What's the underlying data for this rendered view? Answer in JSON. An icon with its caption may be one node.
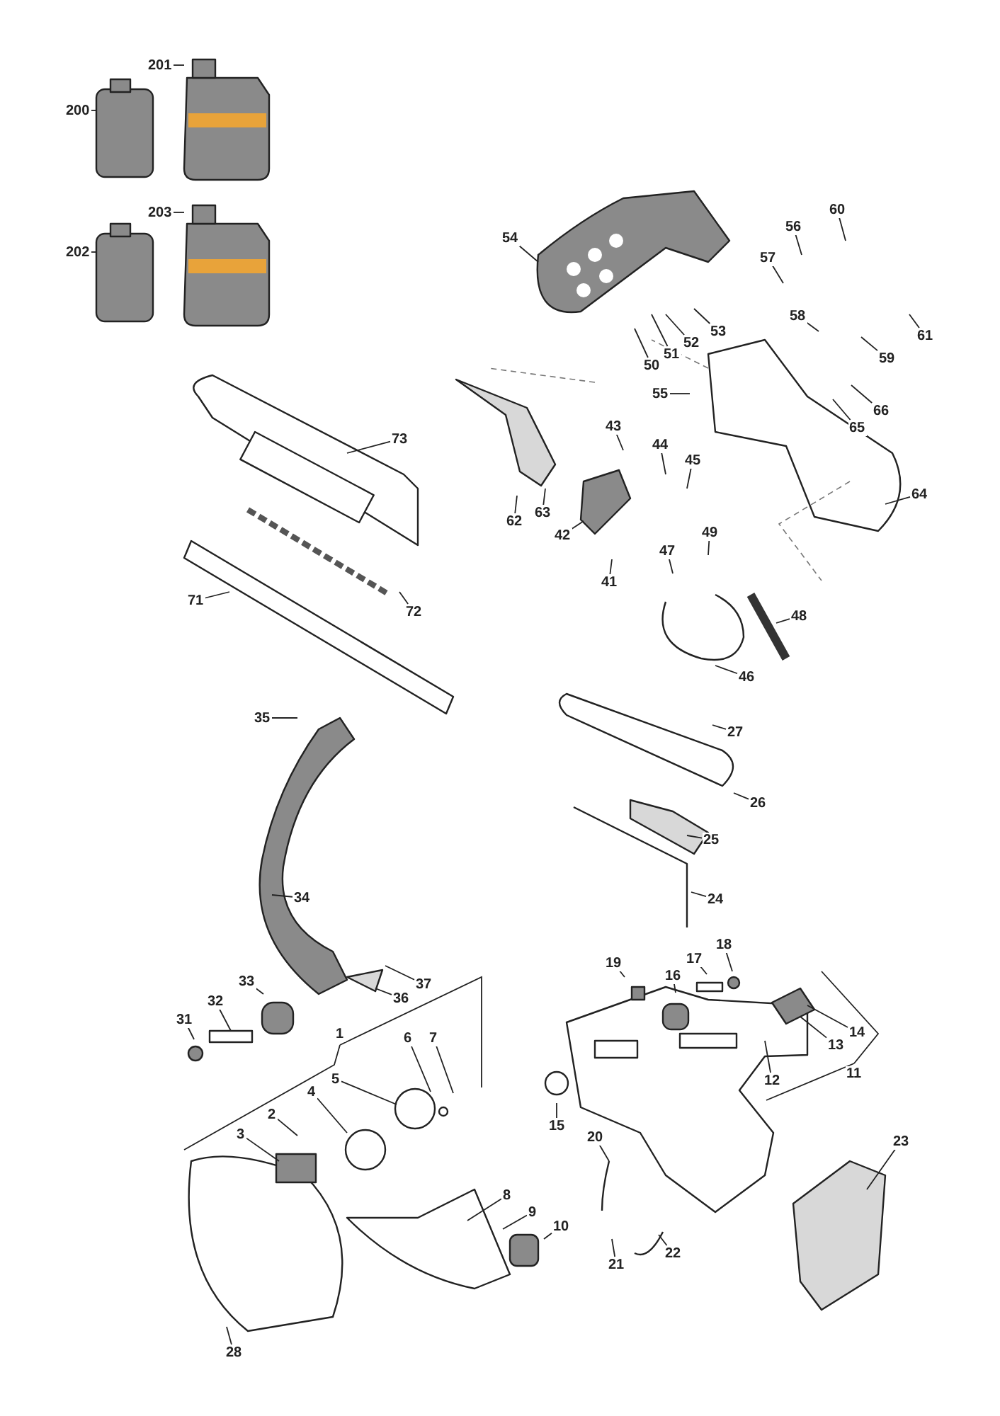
{
  "diagram": {
    "nodes": [
      {
        "text": [
          "201"
        ]
      },
      {
        "text": [
          "200"
        ]
      },
      {
        "text": [
          "203"
        ]
      },
      {
        "text": [
          "202"
        ]
      },
      {
        "text": [
          "60"
        ]
      },
      {
        "text": [
          "54"
        ]
      },
      {
        "text": [
          "56"
        ]
      },
      {
        "text": [
          "57"
        ]
      },
      {
        "text": [
          "53"
        ]
      },
      {
        "text": [
          "52"
        ]
      },
      {
        "text": [
          "51"
        ]
      },
      {
        "text": [
          "50"
        ]
      },
      {
        "text": [
          "58"
        ]
      },
      {
        "text": [
          "59"
        ]
      },
      {
        "text": [
          "61"
        ]
      },
      {
        "text": [
          "55"
        ]
      },
      {
        "text": [
          "65"
        ]
      },
      {
        "text": [
          "66"
        ]
      },
      {
        "text": [
          "43"
        ]
      },
      {
        "text": [
          "44"
        ]
      },
      {
        "text": [
          "45"
        ]
      },
      {
        "text": [
          "73"
        ]
      },
      {
        "text": [
          "63"
        ]
      },
      {
        "text": [
          "62"
        ]
      },
      {
        "text": [
          "64"
        ]
      },
      {
        "text": [
          "42"
        ]
      },
      {
        "text": [
          "49"
        ]
      },
      {
        "text": [
          "47"
        ]
      },
      {
        "text": [
          "41"
        ]
      },
      {
        "text": [
          "71"
        ]
      },
      {
        "text": [
          "72"
        ]
      },
      {
        "text": [
          "48"
        ]
      },
      {
        "text": [
          "46"
        ]
      },
      {
        "text": [
          "35"
        ]
      },
      {
        "text": [
          "27"
        ]
      },
      {
        "text": [
          "26"
        ]
      },
      {
        "text": [
          "25"
        ]
      },
      {
        "text": [
          "34"
        ]
      },
      {
        "text": [
          "24"
        ]
      },
      {
        "text": [
          "18"
        ]
      },
      {
        "text": [
          "17"
        ]
      },
      {
        "text": [
          "19"
        ]
      },
      {
        "text": [
          "16"
        ]
      },
      {
        "text": [
          "37"
        ]
      },
      {
        "text": [
          "36"
        ]
      },
      {
        "text": [
          "33"
        ]
      },
      {
        "text": [
          "32"
        ]
      },
      {
        "text": [
          "31"
        ]
      },
      {
        "text": [
          "14"
        ]
      },
      {
        "text": [
          "13"
        ]
      },
      {
        "text": [
          "1"
        ]
      },
      {
        "text": [
          "6"
        ]
      },
      {
        "text": [
          "7"
        ]
      },
      {
        "text": [
          "5"
        ]
      },
      {
        "text": [
          "4"
        ]
      },
      {
        "text": [
          "12"
        ]
      },
      {
        "text": [
          "11"
        ]
      },
      {
        "text": [
          "2"
        ]
      },
      {
        "text": [
          "3"
        ]
      },
      {
        "text": [
          "15"
        ]
      },
      {
        "text": [
          "20"
        ]
      },
      {
        "text": [
          "23"
        ]
      },
      {
        "text": [
          "8"
        ]
      },
      {
        "text": [
          "9"
        ]
      },
      {
        "text": [
          "10"
        ]
      },
      {
        "text": [
          "22"
        ]
      },
      {
        "text": [
          "21"
        ]
      },
      {
        "text": [
          "28"
        ]
      }
    ],
    "edges": [
      {
        "from": 0,
        "to": null,
        "arrow": "none"
      },
      {
        "from": 1,
        "to": null,
        "arrow": "none"
      },
      {
        "from": 2,
        "to": null,
        "arrow": "none"
      },
      {
        "from": 3,
        "to": null,
        "arrow": "none"
      },
      {
        "from": 4,
        "to": null,
        "arrow": "none"
      },
      {
        "from": 5,
        "to": null,
        "arrow": "none"
      },
      {
        "from": 6,
        "to": null,
        "arrow": "none"
      },
      {
        "from": 7,
        "to": null,
        "arrow": "none"
      },
      {
        "from": 8,
        "to": null,
        "arrow": "none"
      },
      {
        "from": 9,
        "to": null,
        "arrow": "none"
      },
      {
        "from": 10,
        "to": null,
        "arrow": "none"
      },
      {
        "from": 11,
        "to": null,
        "arrow": "none"
      },
      {
        "from": 12,
        "to": null,
        "arrow": "none"
      },
      {
        "from": 13,
        "to": null,
        "arrow": "none"
      },
      {
        "from": 14,
        "to": null,
        "arrow": "none"
      },
      {
        "from": 15,
        "to": null,
        "arrow": "none"
      },
      {
        "from": 16,
        "to": null,
        "arrow": "none"
      },
      {
        "from": 17,
        "to": null,
        "arrow": "none"
      },
      {
        "from": 18,
        "to": null,
        "arrow": "none"
      },
      {
        "from": 19,
        "to": null,
        "arrow": "none"
      },
      {
        "from": 20,
        "to": null,
        "arrow": "none"
      },
      {
        "from": 21,
        "to": null,
        "arrow": "none"
      },
      {
        "from": 22,
        "to": null,
        "arrow": "none"
      },
      {
        "from": 23,
        "to": null,
        "arrow": "none"
      },
      {
        "from": 24,
        "to": null,
        "arrow": "none"
      },
      {
        "from": 25,
        "to": null,
        "arrow": "none"
      },
      {
        "from": 26,
        "to": null,
        "arrow": "none"
      },
      {
        "from": 27,
        "to": null,
        "arrow": "none"
      },
      {
        "from": 28,
        "to": null,
        "arrow": "none"
      },
      {
        "from": 29,
        "to": null,
        "arrow": "none"
      },
      {
        "from": 30,
        "to": null,
        "arrow": "none"
      },
      {
        "from": 31,
        "to": null,
        "arrow": "none"
      },
      {
        "from": 32,
        "to": null,
        "arrow": "none"
      },
      {
        "from": 33,
        "to": null,
        "arrow": "none"
      },
      {
        "from": 34,
        "to": null,
        "arrow": "none"
      },
      {
        "from": 35,
        "to": null,
        "arrow": "none"
      },
      {
        "from": 36,
        "to": null,
        "arrow": "none"
      },
      {
        "from": 37,
        "to": null,
        "arrow": "none"
      },
      {
        "from": 38,
        "to": null,
        "arrow": "none"
      },
      {
        "from": 39,
        "to": null,
        "arrow": "none"
      },
      {
        "from": 40,
        "to": null,
        "arrow": "none"
      },
      {
        "from": 41,
        "to": null,
        "arrow": "none"
      },
      {
        "from": 42,
        "to": null,
        "arrow": "none"
      },
      {
        "from": 43,
        "to": null,
        "arrow": "none"
      },
      {
        "from": 44,
        "to": null,
        "arrow": "none"
      },
      {
        "from": 45,
        "to": null,
        "arrow": "none"
      },
      {
        "from": 46,
        "to": null,
        "arrow": "none"
      },
      {
        "from": 47,
        "to": null,
        "arrow": "none"
      },
      {
        "from": 48,
        "to": null,
        "arrow": "none"
      },
      {
        "from": 49,
        "to": null,
        "arrow": "none"
      },
      {
        "from": 50,
        "to": null,
        "arrow": "none"
      },
      {
        "from": 51,
        "to": null,
        "arrow": "none"
      },
      {
        "from": 52,
        "to": null,
        "arrow": "none"
      },
      {
        "from": 53,
        "to": null,
        "arrow": "none"
      },
      {
        "from": 54,
        "to": null,
        "arrow": "none"
      },
      {
        "from": 55,
        "to": null,
        "arrow": "none"
      },
      {
        "from": 56,
        "to": null,
        "arrow": "none"
      },
      {
        "from": 57,
        "to": null,
        "arrow": "none"
      },
      {
        "from": 58,
        "to": null,
        "arrow": "none"
      },
      {
        "from": 59,
        "to": null,
        "arrow": "none"
      },
      {
        "from": 60,
        "to": null,
        "arrow": "none"
      },
      {
        "from": 61,
        "to": null,
        "arrow": "none"
      },
      {
        "from": 62,
        "to": null,
        "arrow": "none"
      },
      {
        "from": 63,
        "to": null,
        "arrow": "none"
      },
      {
        "from": 64,
        "to": null,
        "arrow": "none"
      },
      {
        "from": 65,
        "to": null,
        "arrow": "none"
      },
      {
        "from": 66,
        "to": null,
        "arrow": "none"
      },
      {
        "from": 67,
        "to": null,
        "arrow": "none"
      }
    ]
  }
}
